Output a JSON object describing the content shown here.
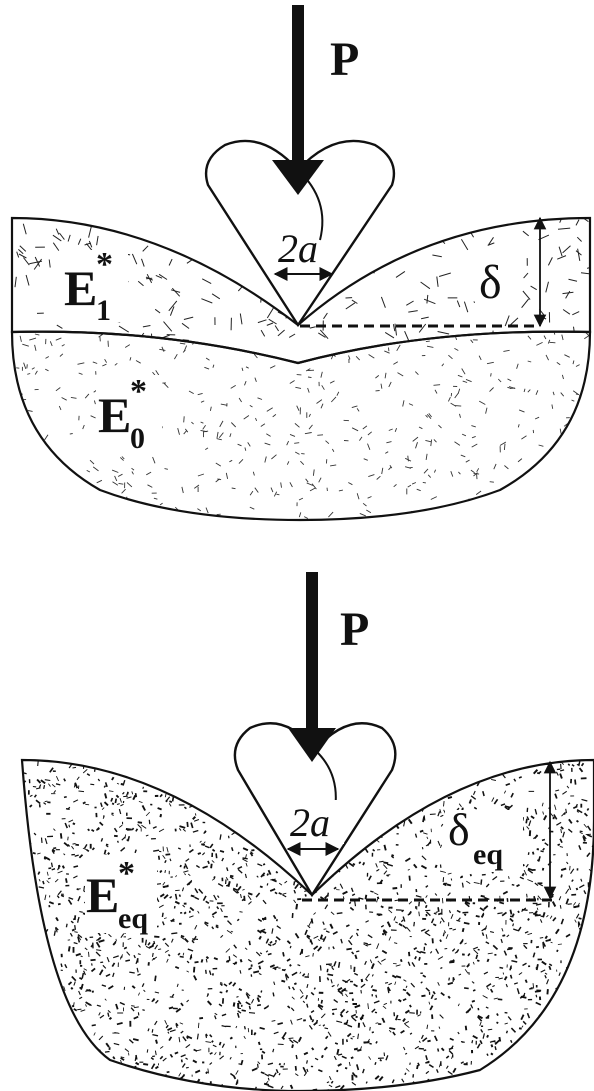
{
  "top_panel": {
    "load_label": "P",
    "contact_width_label": "2a",
    "depth_label": "δ",
    "layer_modulus": {
      "main": "E",
      "sub": "1",
      "sup": "*"
    },
    "substrate_modulus": {
      "main": "E",
      "sub": "0",
      "sup": "*"
    }
  },
  "bottom_panel": {
    "load_label": "P",
    "contact_width_label": "2a",
    "depth_label": {
      "main": "δ",
      "sub": "eq"
    },
    "equivalent_modulus": {
      "main": "E",
      "sub": "eq",
      "sup": "*"
    }
  },
  "colors": {
    "ink": "#111111",
    "background": "#ffffff"
  }
}
